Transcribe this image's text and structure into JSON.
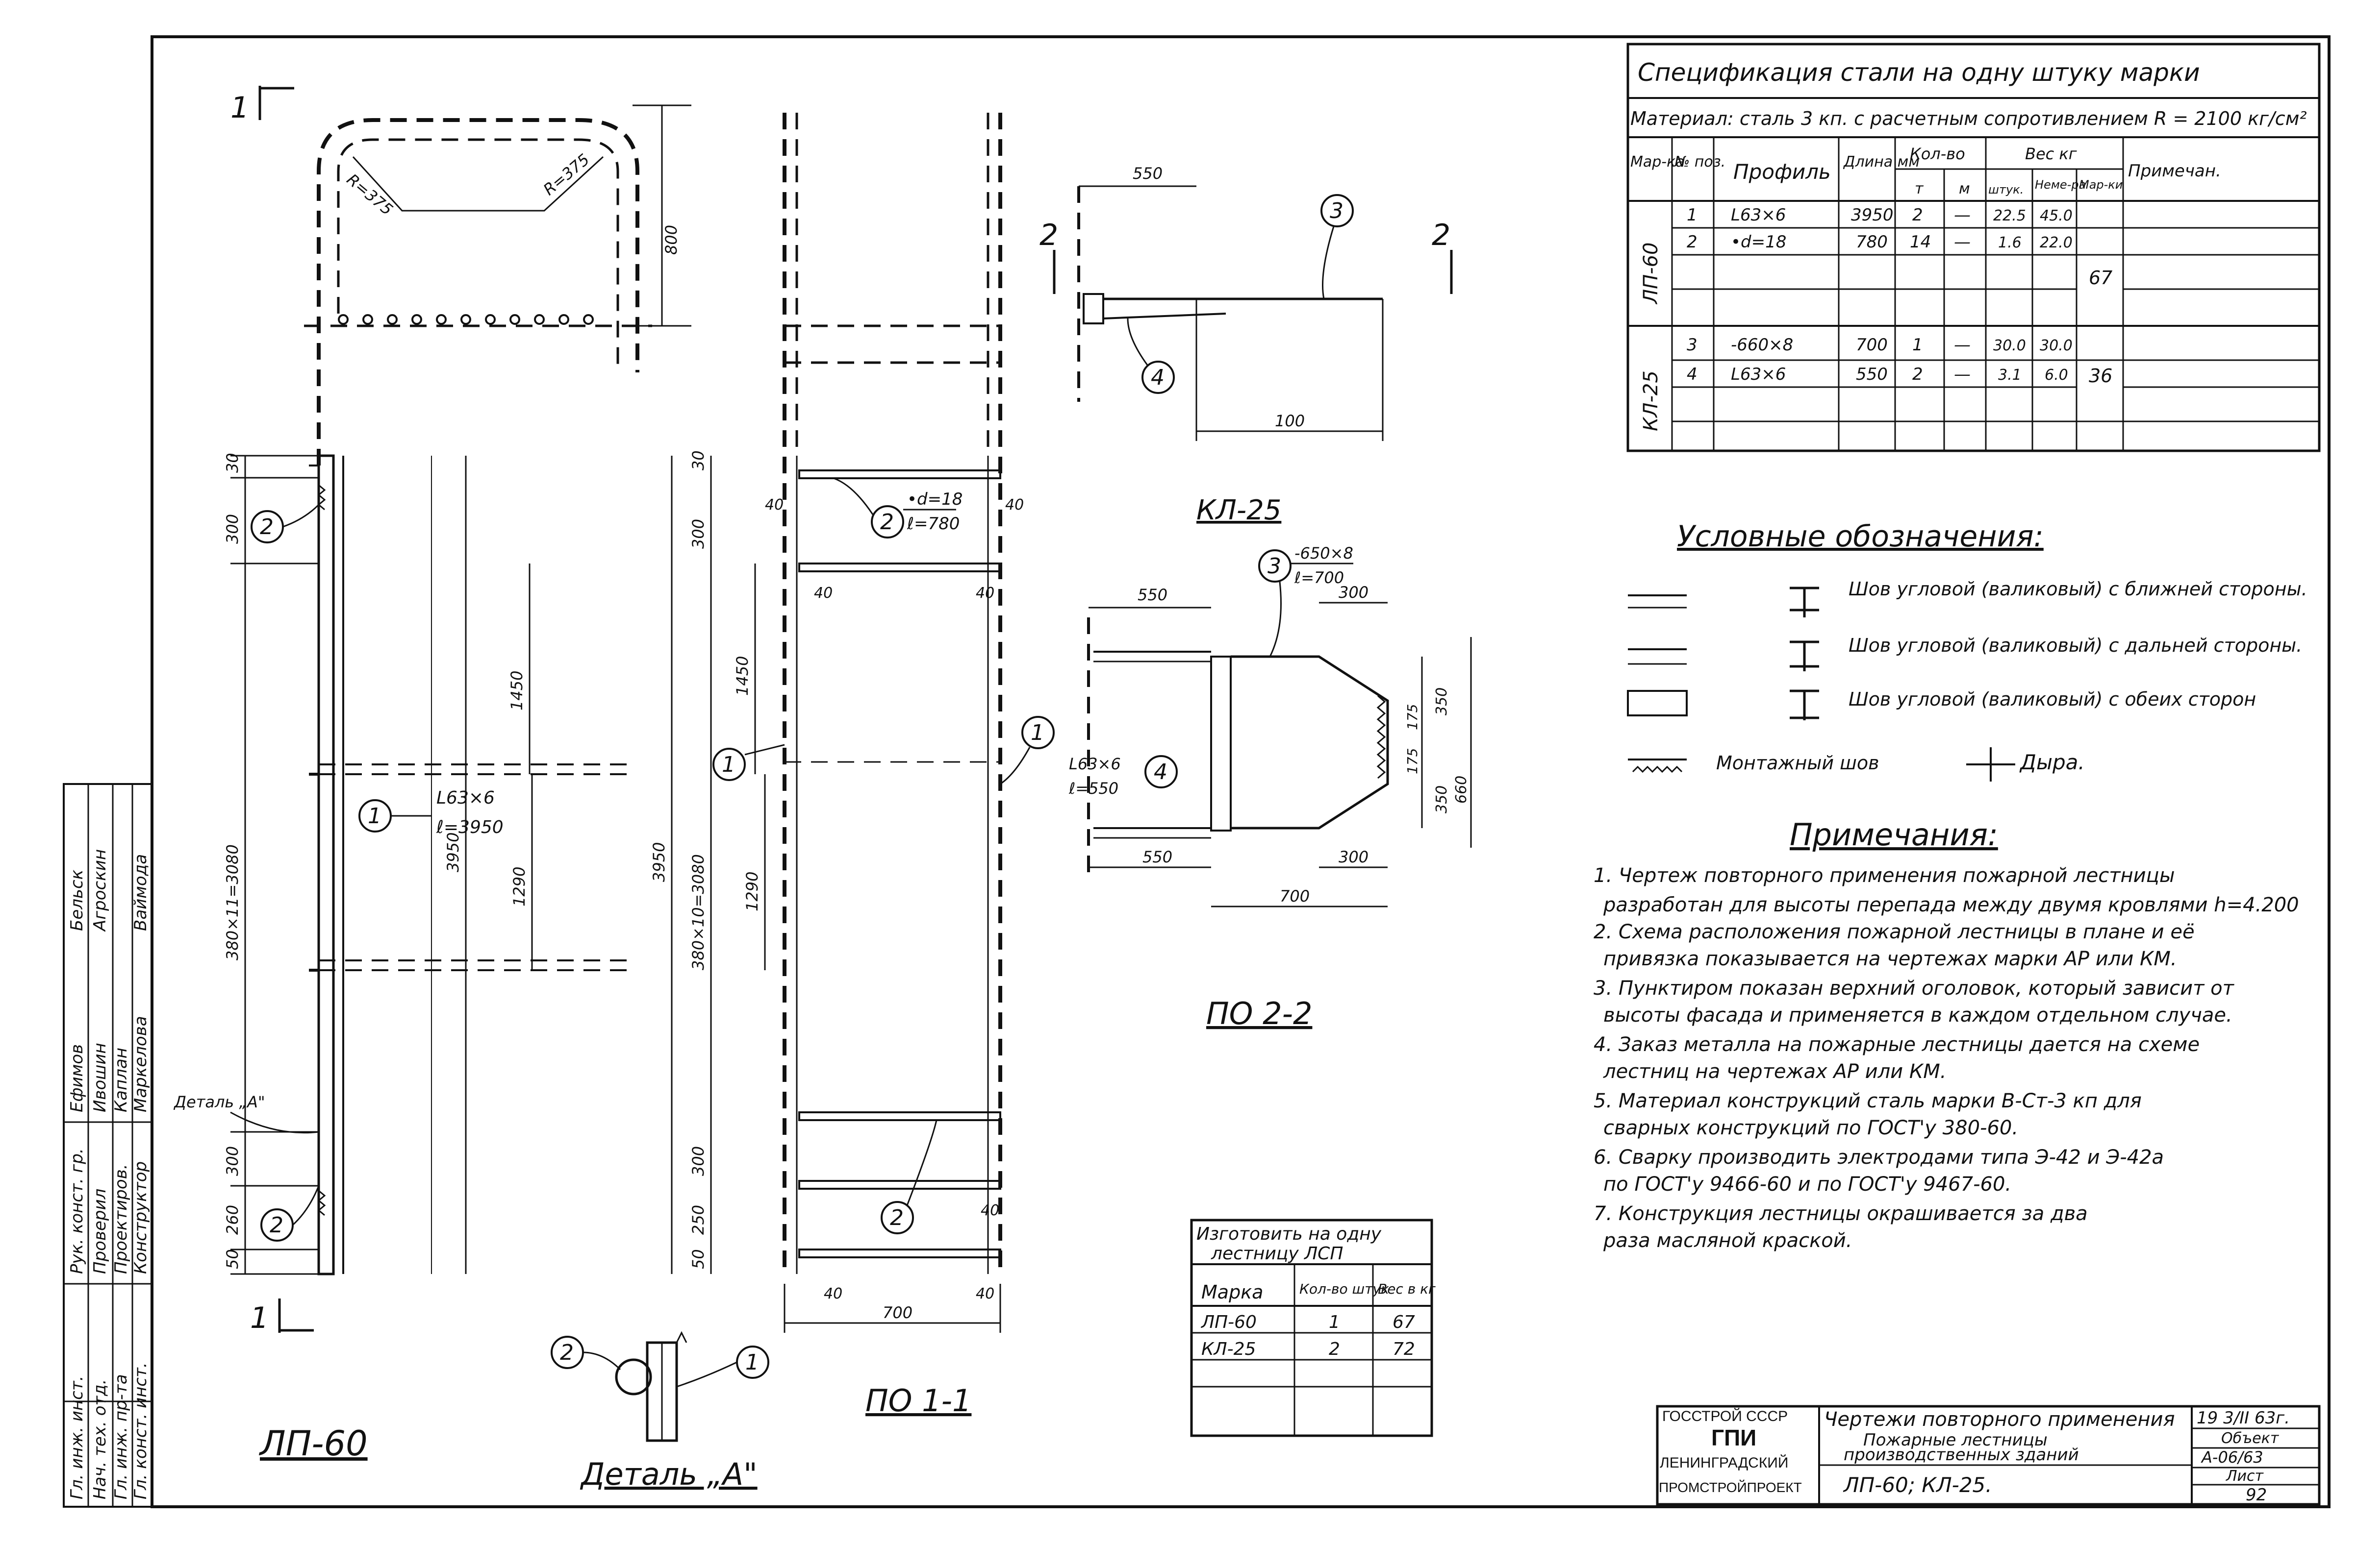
{
  "spec": {
    "title": "Спецификация стали на одну штуку марки",
    "material": "Материал: сталь 3 кп. с расчетным сопротивлением R = 2100 кг/см²",
    "headers": {
      "marka": "Мар-ка",
      "pos": "№ поз.",
      "profile": "Профиль",
      "length": "Длина мм",
      "qty": "Кол-во",
      "qty_t": "т",
      "qty_m": "м",
      "weight": "Вес кг",
      "w_unit": "штук.",
      "w_total": "Неме-ра",
      "w_mark": "Мар-ки",
      "note": "Примечан."
    },
    "groups": [
      {
        "marka": "ЛП-60",
        "mark_weight": "67",
        "rows": [
          {
            "pos": "1",
            "profile": "L63×6",
            "length": "3950",
            "t": "2",
            "m": "—",
            "unit": "22.5",
            "total": "45.0"
          },
          {
            "pos": "2",
            "profile": "•d=18",
            "length": "780",
            "t": "14",
            "m": "—",
            "unit": "1.6",
            "total": "22.0"
          }
        ]
      },
      {
        "marka": "КЛ-25",
        "mark_weight": "36",
        "rows": [
          {
            "pos": "3",
            "profile": "-660×8",
            "length": "700",
            "t": "1",
            "m": "—",
            "unit": "30.0",
            "total": "30.0"
          },
          {
            "pos": "4",
            "profile": "L63×6",
            "length": "550",
            "t": "2",
            "m": "—",
            "unit": "3.1",
            "total": "6.0"
          }
        ]
      }
    ]
  },
  "legend": {
    "title": "Условные обозначения:",
    "items": [
      "Шов угловой (валиковый) с ближней стороны.",
      "Шов угловой (валиковый) с дальней стороны.",
      "Шов угловой (валиковый) с обеих сторон"
    ],
    "mount_seam": "Монтажный шов",
    "hole": "Дыра."
  },
  "notes": {
    "title": "Примечания:",
    "items": [
      "1. Чертеж повторного применения пожарной лестницы",
      "разработан для высоты перепада между двумя кровлями h=4.200",
      "2. Схема расположения пожарной лестницы в плане и её",
      "привязка показывается на чертежах марки АР или КМ.",
      "3. Пунктиром показан верхний оголовок, который зависит от",
      "высоты фасада и применяется в каждом отдельном случае.",
      "4. Заказ металла на пожарные лестницы дается на схеме",
      "лестниц на чертежах АР или КМ.",
      "5. Материал конструкций сталь марки В-Ст-3 кп для",
      "сварных конструкций по ГОСТ'у 380-60.",
      "6. Сварку производить электродами типа Э-42 и Э-42а",
      "по ГОСТ'у 9466-60 и по ГОСТ'у 9467-60.",
      "7. Конструкция лестницы окрашивается за два",
      "раза масляной краской."
    ]
  },
  "make_table": {
    "title1": "Изготовить на одну",
    "title2": "лестницу ЛСП",
    "h_marka": "Марка",
    "h_qty": "Кол-во штук",
    "h_weight": "Вес в кг",
    "rows": [
      {
        "marka": "ЛП-60",
        "qty": "1",
        "weight": "67"
      },
      {
        "marka": "КЛ-25",
        "qty": "2",
        "weight": "72"
      }
    ]
  },
  "title_block": {
    "org1": "ГОССТРОЙ СССР",
    "org2": "ГПИ",
    "org3": "ЛЕНИНГРАДСКИЙ",
    "org4": "ПРОМСТРОЙПРОЕКТ",
    "series": "Чертежи повторного применения",
    "subject1": "Пожарные лестницы",
    "subject2": "производственных зданий",
    "marks": "ЛП-60;  КЛ-25.",
    "date": "19 3/II 63г.",
    "object_label": "Объект",
    "object": "А-06/63",
    "sheet_label": "Лист",
    "sheet": "92"
  },
  "stamp": {
    "roles": [
      "Гл. инж. инст.",
      "Нач. тех. отд.",
      "Гл. инж. пр-та",
      "Гл. конст. инст.",
      "Рук. конст. гр.",
      "Проверил",
      "Проектиров.",
      "Конструктор"
    ],
    "names": [
      "Бельск",
      "Агроскин",
      "Ваймода",
      "Ефимов",
      "Ивошин",
      "Каплан",
      "Маркелова"
    ]
  },
  "views": {
    "lp60": "ЛП-60",
    "detail_a": "Деталь „А\"",
    "section11": "ПО 1-1",
    "section22": "ПО 2-2",
    "kl25": "КЛ-25",
    "detail_label": "Деталь „А\""
  },
  "dims": {
    "d30": "30",
    "d300": "300",
    "d1450": "1450",
    "d3950": "3950",
    "d38011": "380×11=3080",
    "d3801030": "380×10=3080",
    "d1290": "1290",
    "d260": "260",
    "d50": "50",
    "d250": "250",
    "d40": "40",
    "d700": "700",
    "d550": "550",
    "d100": "100",
    "d800": "800",
    "d660": "660",
    "d350": "350",
    "d175": "175",
    "r375": "R=375",
    "l63": "L63×6",
    "l3950": "ℓ=3950",
    "d18": "•d=18",
    "l780": "ℓ=780",
    "pl660": "-650×8",
    "l700": "ℓ=700",
    "l550": "ℓ=550",
    "n1": "1",
    "n2": "2",
    "n3": "3",
    "n4": "4"
  }
}
